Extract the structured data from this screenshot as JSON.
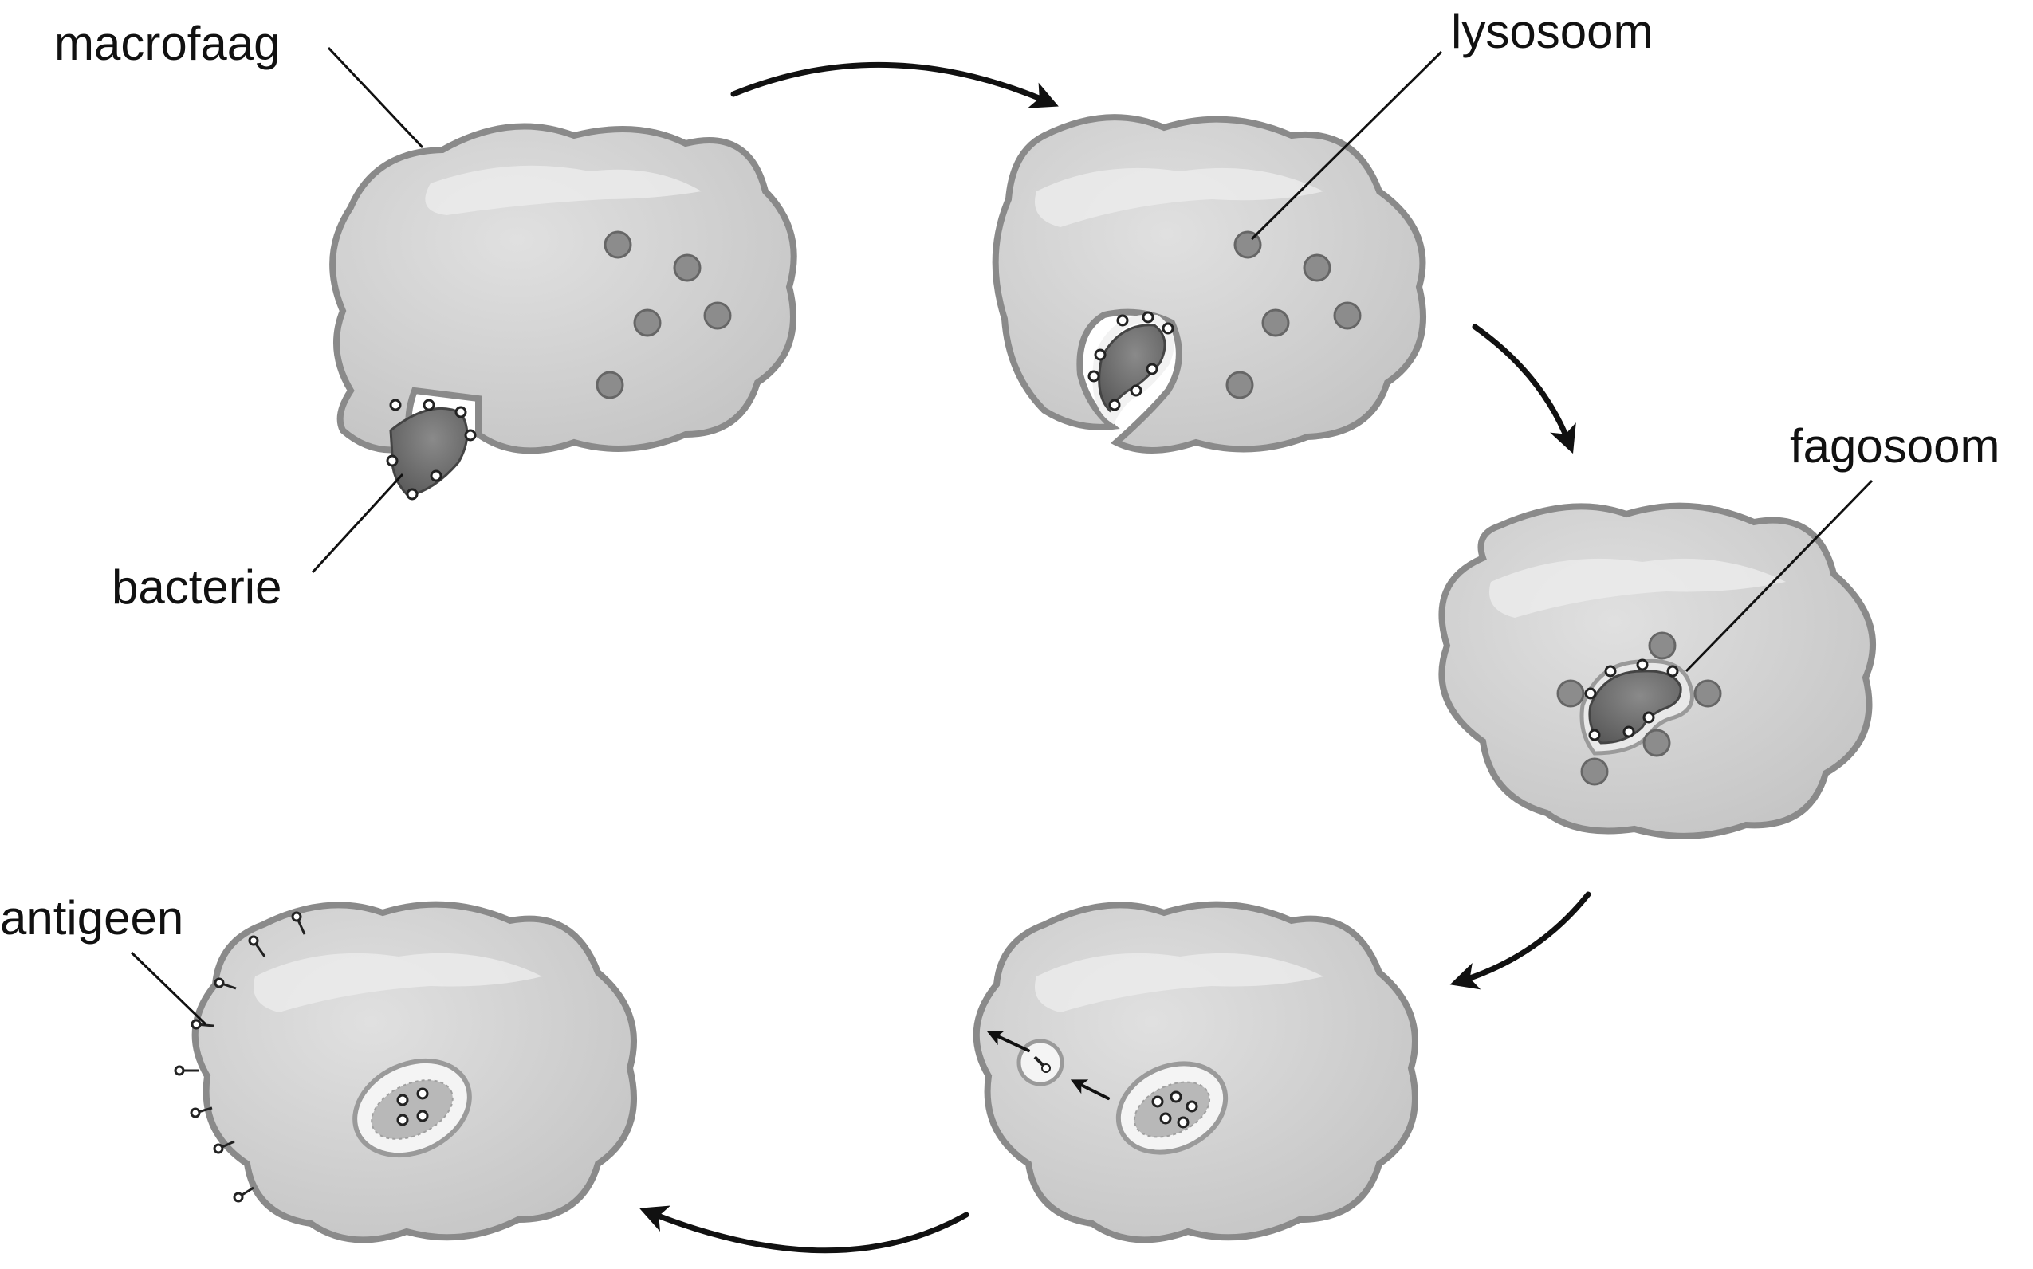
{
  "labels": {
    "macrophage": "macrofaag",
    "lysosome": "lysosoom",
    "phagosome": "fagosoom",
    "bacterium": "bacterie",
    "antigen": "antigeen"
  },
  "colors": {
    "cell_fill": "#d2d2d2",
    "cell_outline": "#8a8a8a",
    "bacterium_fill": "#6e6e6e",
    "lysosome_fill": "#8c8c8c",
    "vesicle_fill": "#e4e4e4",
    "text": "#111111",
    "background": "#ffffff"
  }
}
